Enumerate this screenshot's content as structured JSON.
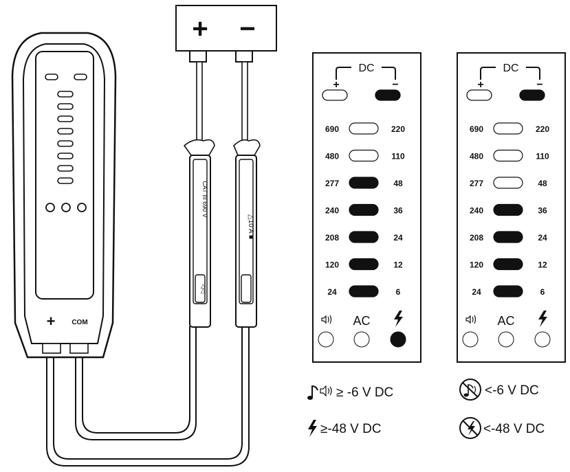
{
  "battery": {
    "plus": "+",
    "minus": "−"
  },
  "tester": {
    "terminal_plus": "+",
    "terminal_com": "COM",
    "probe_left_label": "CAT III 690 V",
    "probe_right_label": "△10 A ■",
    "probe_left_switch": "◁◁"
  },
  "panels": [
    {
      "dc_label": "DC",
      "plus": "+",
      "minus": "−",
      "polarity_on": "minus",
      "rows": [
        {
          "left": "690",
          "right": "220",
          "on": false
        },
        {
          "left": "480",
          "right": "110",
          "on": false
        },
        {
          "left": "277",
          "right": "48",
          "on": true
        },
        {
          "left": "240",
          "right": "36",
          "on": true
        },
        {
          "left": "208",
          "right": "24",
          "on": true
        },
        {
          "left": "120",
          "right": "12",
          "on": true
        },
        {
          "left": "24",
          "right": "6",
          "on": true
        }
      ],
      "indicators": {
        "sound_icon": "sound-icon",
        "ac_label": "AC",
        "bolt_icon": "lightning-icon",
        "sound_on": false,
        "ac_on": false,
        "bolt_on": true
      }
    },
    {
      "dc_label": "DC",
      "plus": "+",
      "minus": "−",
      "polarity_on": "minus",
      "rows": [
        {
          "left": "690",
          "right": "220",
          "on": false
        },
        {
          "left": "480",
          "right": "110",
          "on": false
        },
        {
          "left": "277",
          "right": "48",
          "on": false
        },
        {
          "left": "240",
          "right": "36",
          "on": true
        },
        {
          "left": "208",
          "right": "24",
          "on": true
        },
        {
          "left": "120",
          "right": "12",
          "on": true
        },
        {
          "left": "24",
          "right": "6",
          "on": true
        }
      ],
      "indicators": {
        "sound_icon": "sound-icon",
        "ac_label": "AC",
        "bolt_icon": "lightning-icon",
        "sound_on": false,
        "ac_on": false,
        "bolt_on": false
      }
    }
  ],
  "captions": {
    "left_sound": "≥ -6 V DC",
    "left_bolt": "≥-48 V DC",
    "right_sound": "<-6 V DC",
    "right_bolt": "<-48 V DC"
  }
}
